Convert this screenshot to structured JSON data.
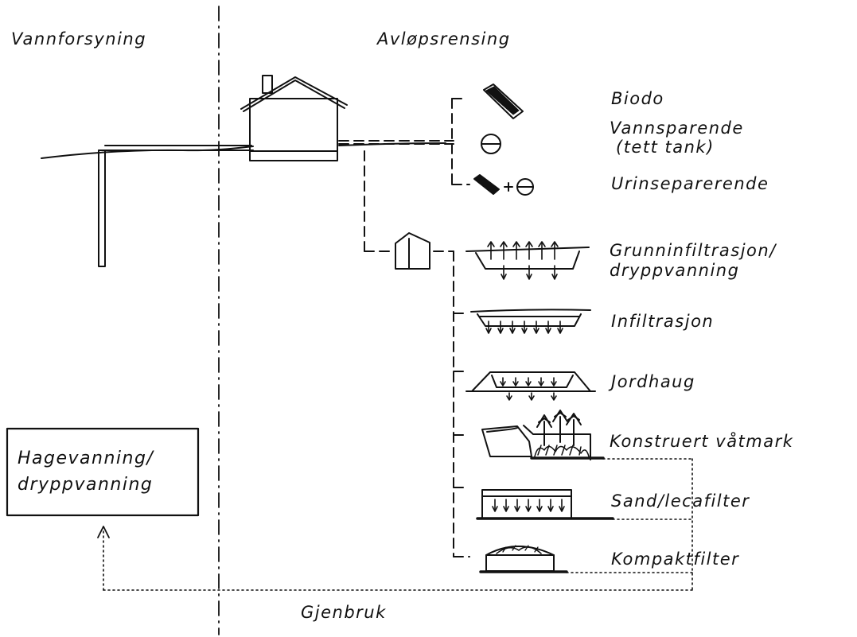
{
  "headings": {
    "left": "Vannforsyning",
    "right": "Avløpsrensing"
  },
  "toilet_options": [
    {
      "label": "Biodo",
      "icon": "biodo-toilet-icon"
    },
    {
      "label": "Vannsparende",
      "label2": "(tett tank)",
      "icon": "water-saving-tank-icon"
    },
    {
      "label": "Urinseparerende",
      "icon": "urine-separating-icon"
    }
  ],
  "treatment_options": [
    {
      "label": "Grunninfiltrasjon/",
      "label2": "dryppvanning",
      "icon": "ground-infiltration-icon"
    },
    {
      "label": "Infiltrasjon",
      "icon": "infiltration-icon"
    },
    {
      "label": "Jordhaug",
      "icon": "soil-mound-icon"
    },
    {
      "label": "Konstruert våtmark",
      "icon": "constructed-wetland-icon"
    },
    {
      "label": "Sand/lecafilter",
      "icon": "sand-filter-icon"
    },
    {
      "label": "Kompaktfilter",
      "icon": "compact-filter-icon"
    }
  ],
  "reuse_box": {
    "line1": "Hagevanning/",
    "line2": "dryppvanning"
  },
  "reuse_label": "Gjenbruk",
  "colors": {
    "ink": "#111111",
    "background": "#ffffff"
  }
}
